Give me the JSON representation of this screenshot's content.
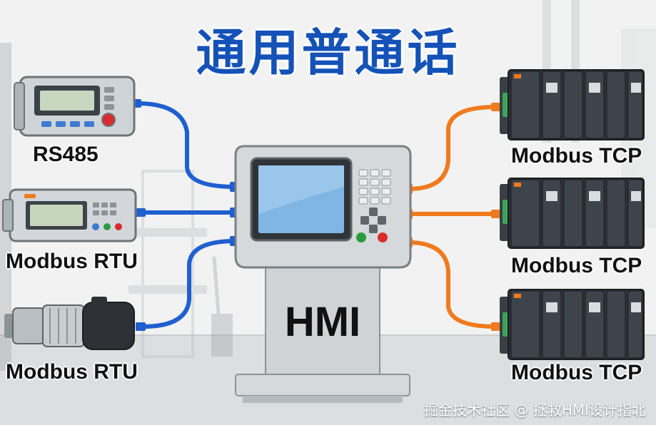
{
  "title": "通用普通话",
  "devices_left": [
    {
      "label": "RS485",
      "icon": "panel-meter-icon"
    },
    {
      "label": "Modbus RTU",
      "icon": "controller-keypad-icon"
    },
    {
      "label": "Modbus RTU",
      "icon": "cylindrical-sensor-icon"
    }
  ],
  "devices_right": [
    {
      "label": "Modbus TCP",
      "icon": "plc-rack-icon"
    },
    {
      "label": "Modbus TCP",
      "icon": "plc-rack-icon"
    },
    {
      "label": "Modbus TCP",
      "icon": "plc-rack-icon"
    }
  ],
  "hmi": {
    "label": "HMI"
  },
  "watermark": "掘金技术社区 @ 拯救HMI设计指北",
  "colors": {
    "title": "#1452b8",
    "rtu_cable": "#1f5fd0",
    "tcp_cable": "#f07a1e",
    "hmi_body": "#d5d9dc",
    "plc": "#2e3238"
  }
}
